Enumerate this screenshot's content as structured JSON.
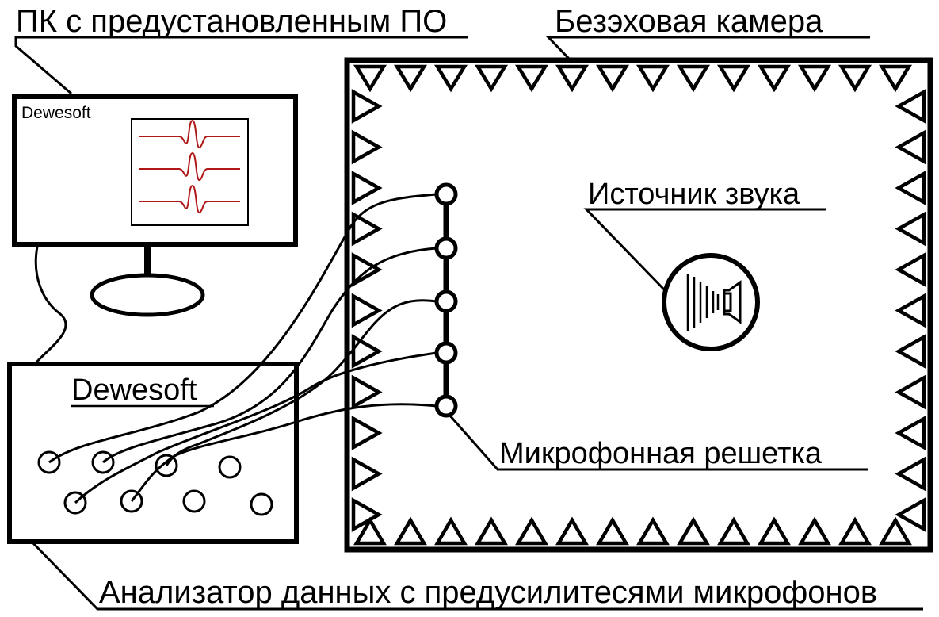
{
  "labels": {
    "pc": "ПК с предустановленным ПО",
    "chamber": "Безэховая камера",
    "source": "Источник звука",
    "mic_array": "Микрофонная решетка",
    "analyzer": "Анализатор данных с предусилитесями микрофонов",
    "monitor_app": "Dewesoft",
    "analyzer_brand": "Dewesoft"
  },
  "colors": {
    "ink": "#000000",
    "waveform": "#b01818",
    "background": "#ffffff"
  },
  "counts": {
    "microphones": 5,
    "analyzer_inputs": 8,
    "waveforms": 3
  }
}
